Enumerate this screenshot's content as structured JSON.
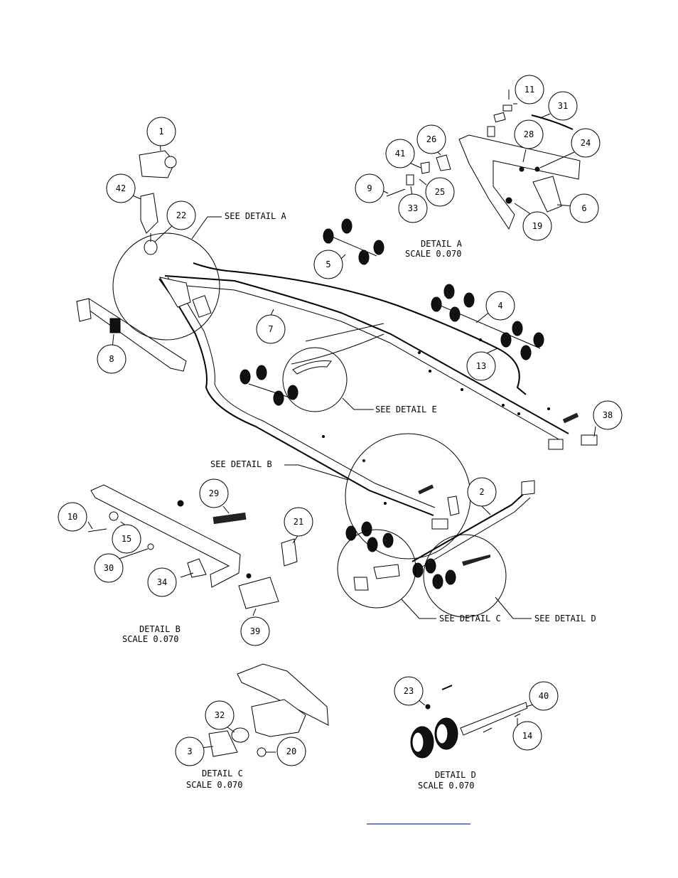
{
  "balloons": [
    {
      "id": "b1",
      "label": "1"
    },
    {
      "id": "b42",
      "label": "42"
    },
    {
      "id": "b22",
      "label": "22"
    },
    {
      "id": "b5",
      "label": "5"
    },
    {
      "id": "b7",
      "label": "7"
    },
    {
      "id": "b8",
      "label": "8"
    },
    {
      "id": "b4",
      "label": "4"
    },
    {
      "id": "b13",
      "label": "13"
    },
    {
      "id": "b38",
      "label": "38"
    },
    {
      "id": "b2",
      "label": "2"
    },
    {
      "id": "b11",
      "label": "11"
    },
    {
      "id": "b31",
      "label": "31"
    },
    {
      "id": "b26",
      "label": "26"
    },
    {
      "id": "b28",
      "label": "28"
    },
    {
      "id": "b24",
      "label": "24"
    },
    {
      "id": "b41",
      "label": "41"
    },
    {
      "id": "b9",
      "label": "9"
    },
    {
      "id": "b25",
      "label": "25"
    },
    {
      "id": "b33",
      "label": "33"
    },
    {
      "id": "b6",
      "label": "6"
    },
    {
      "id": "b19",
      "label": "19"
    },
    {
      "id": "b29",
      "label": "29"
    },
    {
      "id": "b21",
      "label": "21"
    },
    {
      "id": "b10",
      "label": "10"
    },
    {
      "id": "b15",
      "label": "15"
    },
    {
      "id": "b30",
      "label": "30"
    },
    {
      "id": "b34",
      "label": "34"
    },
    {
      "id": "b39",
      "label": "39"
    },
    {
      "id": "b32",
      "label": "32"
    },
    {
      "id": "b3",
      "label": "3"
    },
    {
      "id": "b20",
      "label": "20"
    },
    {
      "id": "b23",
      "label": "23"
    },
    {
      "id": "b40",
      "label": "40"
    },
    {
      "id": "b14",
      "label": "14"
    }
  ],
  "callouts": {
    "see_detail_a": "SEE DETAIL  A",
    "see_detail_b": "SEE DETAIL  B",
    "see_detail_c": "SEE DETAIL  C",
    "see_detail_d": "SEE DETAIL  D",
    "see_detail_e": "SEE DETAIL  E"
  },
  "details": {
    "a": {
      "title": "DETAIL  A",
      "scale": "SCALE  0.070"
    },
    "b": {
      "title": "DETAIL  B",
      "scale": "SCALE  0.070"
    },
    "c": {
      "title": "DETAIL  C",
      "scale": "SCALE  0.070"
    },
    "d": {
      "title": "DETAIL  D",
      "scale": "SCALE  0.070"
    }
  },
  "colors": {
    "ink": "#000000",
    "link": "#2233aa",
    "paper": "#ffffff"
  }
}
